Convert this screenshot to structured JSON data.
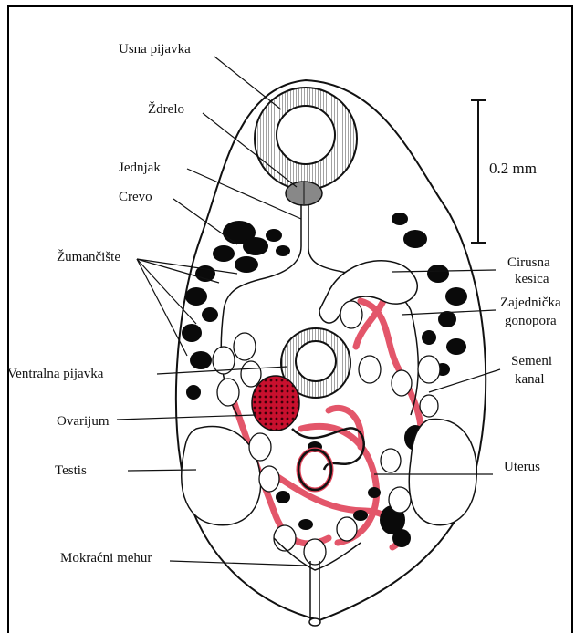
{
  "labels": {
    "oral_sucker": "Usna pijavka",
    "pharynx": "Ždrelo",
    "esophagus": "Jednjak",
    "intestine": "Crevo",
    "vitellaria": "Žumančište",
    "ventral_sucker": "Ventralna pijavka",
    "ovary": "Ovarijum",
    "testis": "Testis",
    "bladder": "Mokraćni mehur",
    "scale": "0.2 mm",
    "cirrus_1": "Cirusna",
    "cirrus_2": "kesica",
    "gonopore_1": "Zajednička",
    "gonopore_2": "gonopora",
    "seminal_1": "Semeni",
    "seminal_2": "kanal",
    "uterus": "Uterus"
  },
  "colors": {
    "ink": "#111111",
    "uterus_red": "#e0445a",
    "ovary_red": "#c8102e"
  }
}
